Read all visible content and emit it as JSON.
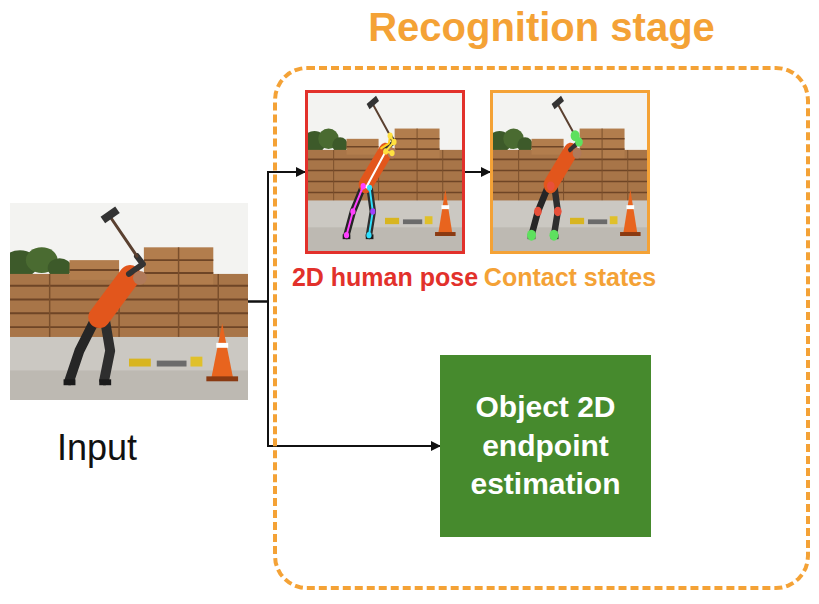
{
  "diagram": {
    "nodes": [
      {
        "text": [
          "Input"
        ]
      },
      {
        "text": [
          "Recognition stage"
        ]
      },
      {
        "text": [
          "2D human pose"
        ],
        "in": 1
      },
      {
        "text": [
          "Contact states"
        ],
        "in": 1
      },
      {
        "text": [
          "Object 2D endpoint estimation"
        ],
        "in": 1
      }
    ],
    "edges": [
      {
        "from": 0,
        "to": 2,
        "arrow": "to"
      },
      {
        "from": 0,
        "to": 4,
        "arrow": "to"
      },
      {
        "from": 2,
        "to": 3,
        "arrow": "to"
      }
    ]
  }
}
